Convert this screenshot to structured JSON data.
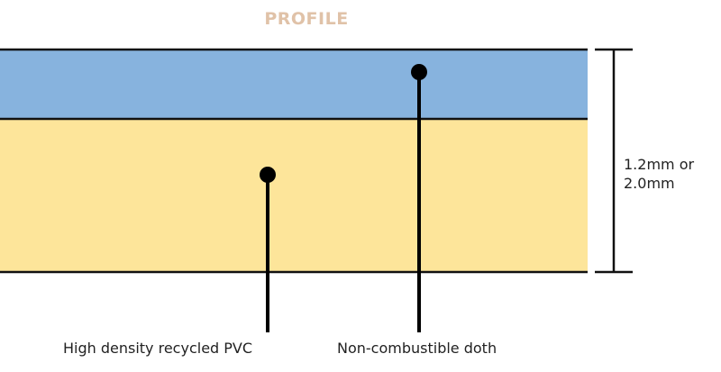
{
  "title": "PROFILE",
  "layers": [
    {
      "label": "Non-combustible doth",
      "color": "#87b3de"
    },
    {
      "label": "High density recycled PVC",
      "color": "#fde59a"
    }
  ],
  "thickness": {
    "line1": "1.2mm or",
    "line2": "2.0mm"
  },
  "colors": {
    "title": "#e0c2a8",
    "outline": "#111111",
    "text": "#222222"
  }
}
